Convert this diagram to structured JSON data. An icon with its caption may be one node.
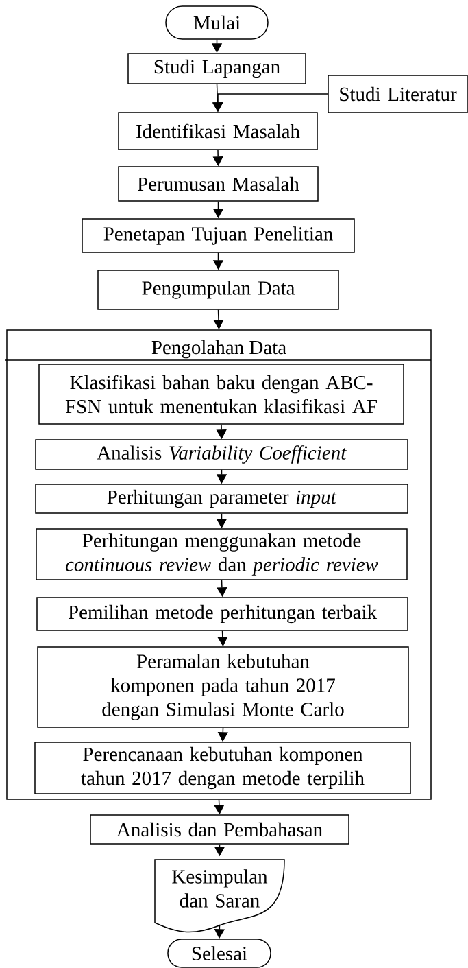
{
  "diagram": {
    "nodes": [
      {
        "text": [
          "Mulai"
        ]
      },
      {
        "text": [
          "Studi Lapangan"
        ]
      },
      {
        "text": [
          "Studi Literatur"
        ]
      },
      {
        "text": [
          "Identifikasi Masalah"
        ]
      },
      {
        "text": [
          "Perumusan Masalah"
        ]
      },
      {
        "text": [
          "Penetapan Tujuan Penelitian"
        ]
      },
      {
        "text": [
          "Pengumpulan Data"
        ]
      },
      {
        "text": [
          "Pengolahan Data"
        ]
      },
      {
        "text": [
          "Klasifikasi bahan baku dengan ABC-FSN untuk menentukan klasifikasi AF"
        ],
        "in": 7
      },
      {
        "text": [
          "Analisis *Variability Coefficient*"
        ],
        "in": 7
      },
      {
        "text": [
          "Perhitungan parameter *input*"
        ],
        "in": 7
      },
      {
        "text": [
          "Perhitungan menggunakan metode *continuous review* dan *periodic review*"
        ],
        "in": 7
      },
      {
        "text": [
          "Pemilihan metode perhitungan terbaik"
        ],
        "in": 7
      },
      {
        "text": [
          "Peramalan kebutuhan komponen pada tahun 2017 dengan Simulasi Monte Carlo"
        ],
        "in": 7
      },
      {
        "text": [
          "Perencanaan kebutuhan komponen tahun 2017 dengan metode terpilih"
        ],
        "in": 7
      },
      {
        "text": [
          "Analisis dan Pembahasan"
        ]
      },
      {
        "text": [
          "Kesimpulan dan Saran"
        ]
      },
      {
        "text": [
          "Selesai"
        ]
      }
    ],
    "edges": [
      {
        "from": 0,
        "to": 1,
        "arrow": "to"
      },
      {
        "from": 1,
        "to": 3,
        "arrow": "to"
      },
      {
        "from": 2,
        "to": 3,
        "arrow": "to"
      },
      {
        "from": 3,
        "to": 4,
        "arrow": "to"
      },
      {
        "from": 4,
        "to": 5,
        "arrow": "to"
      },
      {
        "from": 5,
        "to": 6,
        "arrow": "to"
      },
      {
        "from": 6,
        "to": 7,
        "arrow": "to"
      },
      {
        "from": 8,
        "to": 9,
        "arrow": "to"
      },
      {
        "from": 9,
        "to": 10,
        "arrow": "to"
      },
      {
        "from": 10,
        "to": 11,
        "arrow": "to"
      },
      {
        "from": 11,
        "to": 12,
        "arrow": "to"
      },
      {
        "from": 12,
        "to": 13,
        "arrow": "to"
      },
      {
        "from": 13,
        "to": 14,
        "arrow": "to"
      },
      {
        "from": 7,
        "to": 15,
        "arrow": "to"
      },
      {
        "from": 15,
        "to": 16,
        "arrow": "to"
      },
      {
        "from": 16,
        "to": 17,
        "arrow": "to"
      }
    ]
  }
}
